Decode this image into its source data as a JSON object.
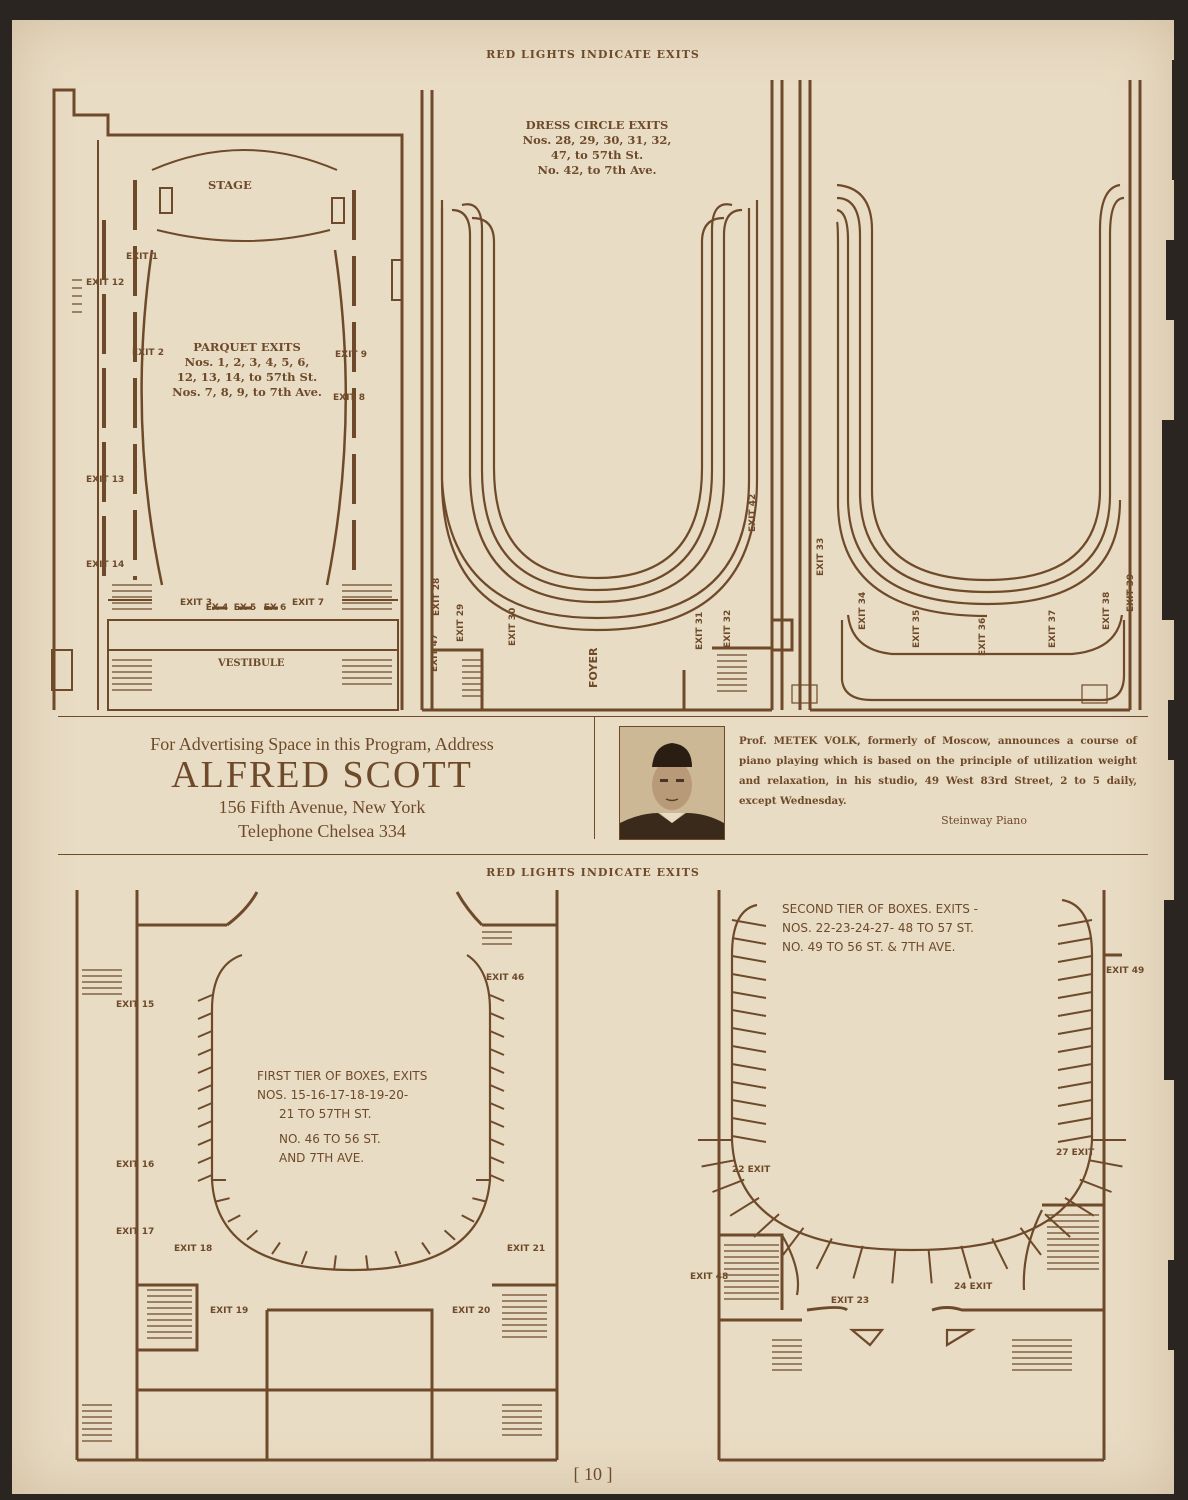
{
  "header_top": "RED LIGHTS INDICATE EXITS",
  "header_mid": "RED LIGHTS INDICATE EXITS",
  "parquet": {
    "stage": "STAGE",
    "vestibule": "VESTIBULE",
    "title": "PARQUET EXITS",
    "line1": "Nos. 1, 2, 3, 4, 5, 6,",
    "line2": "12, 13, 14, to 57th St.",
    "line3": "Nos. 7, 8, 9, to 7th Ave."
  },
  "dress_circle": {
    "title": "DRESS CIRCLE EXITS",
    "line1": "Nos. 28, 29, 30, 31, 32,",
    "line2": "47, to 57th St.",
    "line3": "No. 42, to 7th Ave.",
    "foyer": "FOYER"
  },
  "first_tier": {
    "line1": "FIRST TIER OF BOXES, EXITS",
    "line2": "NOS. 15-16-17-18-19-20-",
    "line3": "21 TO 57TH ST.",
    "line4": "NO. 46 TO 56 ST.",
    "line5": "AND 7TH AVE."
  },
  "second_tier": {
    "line1": "SECOND TIER OF BOXES. EXITS -",
    "line2": "NOS. 22-23-24-27- 48 TO 57 ST.",
    "line3": "NO. 49 TO 56 ST. & 7TH AVE."
  },
  "exits": {
    "e1": "EXIT 1",
    "e2": "EXIT 2",
    "e3": "EXIT 3",
    "e4": "EX 4",
    "e5": "EX 5",
    "e6": "EX 6",
    "e7": "EXIT 7",
    "e8": "EXIT 8",
    "e9": "EXIT 9",
    "e12": "EXIT 12",
    "e13": "EXIT 13",
    "e14": "EXIT 14",
    "e15": "EXIT 15",
    "e16": "EXIT 16",
    "e17": "EXIT 17",
    "e18": "EXIT 18",
    "e19": "EXIT 19",
    "e20": "EXIT 20",
    "e21": "EXIT 21",
    "e22": "22 EXIT",
    "e23": "EXIT 23",
    "e24": "24 EXIT",
    "e27": "27 EXIT",
    "e28": "EXIT 28",
    "e29": "EXIT 29",
    "e30": "EXIT 30",
    "e31": "EXIT 31",
    "e32": "EXIT 32",
    "e33": "EXIT 33",
    "e34": "EXIT 34",
    "e35": "EXIT 35",
    "e36": "EXIT 36",
    "e37": "EXIT 37",
    "e38": "EXIT 38",
    "e39": "EXIT 39",
    "e42": "EXIT 42",
    "e46": "EXIT 46",
    "e47": "EXIT 47",
    "e48": "EXIT 48",
    "e49": "EXIT 49"
  },
  "ad_left": {
    "line1": "For Advertising Space in this Program, Address",
    "name": "ALFRED SCOTT",
    "address": "156 Fifth Avenue, New York",
    "phone": "Telephone Chelsea 334"
  },
  "ad_right": {
    "text": "Prof. METEK VOLK, formerly of Moscow, announces a course of piano playing which is based on the principle of utilization weight and relaxation, in his studio, 49 West 83rd Street, 2 to 5 daily, except Wednesday.",
    "signature": "Steinway Piano"
  },
  "page_number": "[ 10 ]",
  "colors": {
    "paper": "#e9dcc4",
    "ink": "#6e4a2a",
    "background": "#2a2520"
  }
}
